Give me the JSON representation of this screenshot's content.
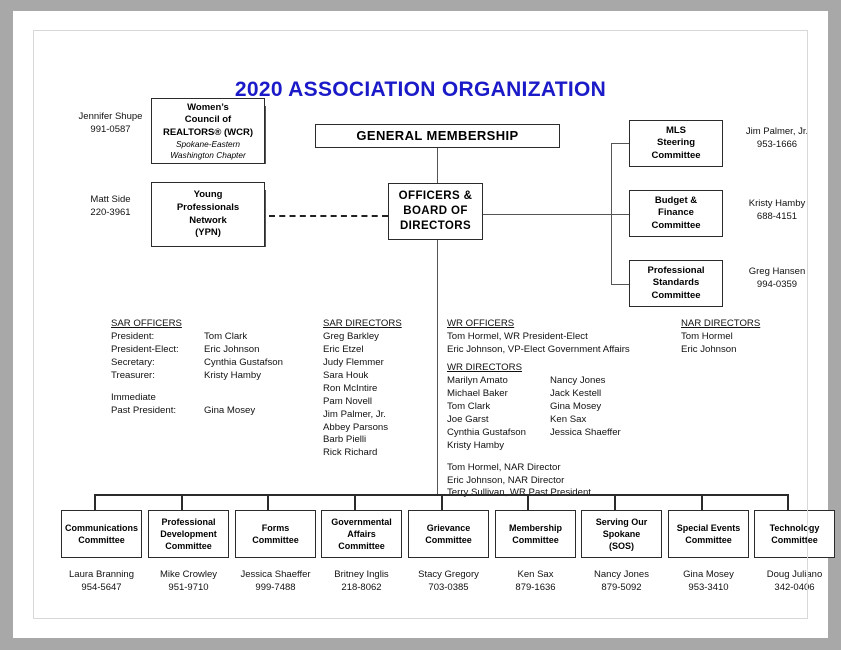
{
  "title": "2020 ASSOCIATION ORGANIZATION",
  "top_boxes": {
    "general_membership": "GENERAL MEMBERSHIP",
    "officers_board": "OFFICERS &\nBOARD OF\nDIRECTORS",
    "officers_board_lines": [
      "OFFICERS &",
      "BOARD OF",
      "DIRECTORS"
    ]
  },
  "left_affiliates": [
    {
      "contact_name": "Jennifer Shupe",
      "contact_phone": "991-0587",
      "box_lines": [
        "Women’s",
        "Council of",
        "REALTORS® (WCR)"
      ],
      "box_sub_lines": [
        "Spokane-Eastern",
        "Washington Chapter"
      ]
    },
    {
      "contact_name": "Matt Side",
      "contact_phone": "220-3961",
      "box_lines": [
        "Young",
        "Professionals",
        "Network",
        "(YPN)"
      ],
      "box_sub_lines": []
    }
  ],
  "right_committees": [
    {
      "box_lines": [
        "MLS",
        "Steering",
        "Committee"
      ],
      "contact_name": "Jim Palmer, Jr.",
      "contact_phone": "953-1666"
    },
    {
      "box_lines": [
        "Budget &",
        "Finance",
        "Committee"
      ],
      "contact_name": "Kristy Hamby",
      "contact_phone": "688-4151"
    },
    {
      "box_lines": [
        "Professional",
        "Standards",
        "Committee"
      ],
      "contact_name": "Greg Hansen",
      "contact_phone": "994-0359"
    }
  ],
  "sar_officers": {
    "heading": "SAR OFFICERS",
    "rows": [
      {
        "role": "President:",
        "name": "Tom Clark"
      },
      {
        "role": "President-Elect:",
        "name": "Eric Johnson"
      },
      {
        "role": "Secretary:",
        "name": "Cynthia Gustafson"
      },
      {
        "role": "Treasurer:",
        "name": "Kristy Hamby"
      }
    ],
    "immediate_label": "Immediate",
    "past_president_role": "Past President:",
    "past_president_name": "Gina Mosey"
  },
  "sar_directors": {
    "heading": "SAR DIRECTORS",
    "names": [
      "Greg Barkley",
      "Eric Etzel",
      "Judy Flemmer",
      "Sara Houk",
      "Ron McIntire",
      "Pam Novell",
      "Jim Palmer, Jr.",
      "Abbey Parsons",
      "Barb Pielli",
      "Rick Richard"
    ]
  },
  "wr_officers": {
    "heading": "WR OFFICERS",
    "lines": [
      "Tom Hormel, WR President-Elect",
      "Eric Johnson, VP-Elect Government Affairs"
    ]
  },
  "wr_directors": {
    "heading": "WR DIRECTORS",
    "col1": [
      "Marilyn Amato",
      "Michael Baker",
      "Tom Clark",
      "Joe Garst",
      "Cynthia Gustafson",
      "Kristy Hamby"
    ],
    "col2": [
      "Nancy Jones",
      "Jack Kestell",
      "Gina Mosey",
      "Ken Sax",
      "Jessica Shaeffer"
    ],
    "footer_lines": [
      "Tom Hormel, NAR Director",
      "Eric Johnson, NAR Director",
      "Terry Sullivan, WR Past President"
    ]
  },
  "nar_directors": {
    "heading": "NAR DIRECTORS",
    "names": [
      "Tom Hormel",
      "Eric Johnson"
    ]
  },
  "bottom_committees": [
    {
      "box_lines": [
        "Communications",
        "Committee"
      ],
      "contact_name": "Laura Branning",
      "contact_phone": "954-5647"
    },
    {
      "box_lines": [
        "Professional",
        "Development",
        "Committee"
      ],
      "contact_name": "Mike Crowley",
      "contact_phone": "951-9710"
    },
    {
      "box_lines": [
        "Forms",
        "Committee"
      ],
      "contact_name": "Jessica Shaeffer",
      "contact_phone": "999-7488"
    },
    {
      "box_lines": [
        "Governmental",
        "Affairs",
        "Committee"
      ],
      "contact_name": "Britney Inglis",
      "contact_phone": "218-8062"
    },
    {
      "box_lines": [
        "Grievance",
        "Committee"
      ],
      "contact_name": "Stacy Gregory",
      "contact_phone": "703-0385"
    },
    {
      "box_lines": [
        "Membership",
        "Committee"
      ],
      "contact_name": "Ken Sax",
      "contact_phone": "879-1636"
    },
    {
      "box_lines": [
        "Serving Our",
        "Spokane",
        "(SOS)"
      ],
      "contact_name": "Nancy Jones",
      "contact_phone": "879-5092"
    },
    {
      "box_lines": [
        "Special Events",
        "Committee"
      ],
      "contact_name": "Gina Mosey",
      "contact_phone": "953-3410"
    },
    {
      "box_lines": [
        "Technology",
        "Committee"
      ],
      "contact_name": "Doug Juliano",
      "contact_phone": "342-0406"
    }
  ],
  "colors": {
    "title": "#1a1ac8",
    "page_background": "#ffffff",
    "outer_background": "#a8a8a8",
    "box_border": "#2b2b2b",
    "connector": "#555555"
  }
}
